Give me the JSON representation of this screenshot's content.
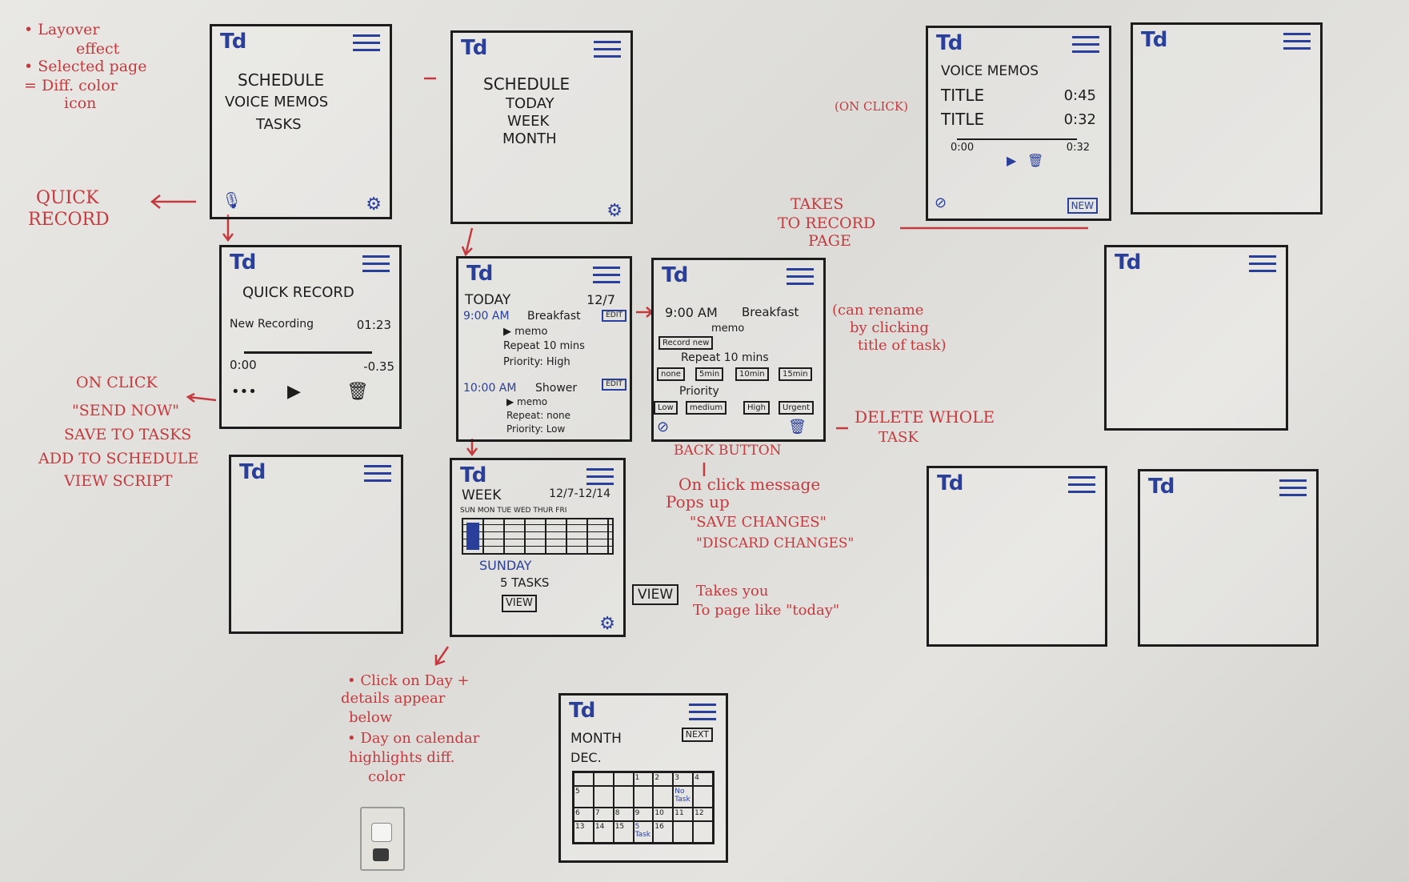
{
  "board": {
    "left_notes": [
      "• Layover",
      "effect",
      "• Selected page",
      "= Diff. color",
      "icon"
    ],
    "quick_record_note": [
      "QUICK",
      "RECORD"
    ],
    "on_click_notes": [
      "ON CLICK",
      "\"SEND NOW\"",
      "SAVE TO TASKS",
      "ADD TO SCHEDULE",
      "VIEW SCRIPT"
    ],
    "voice_on_click": "(ON CLICK)",
    "takes_to_record": [
      "TAKES",
      "TO RECORD",
      "PAGE"
    ],
    "rename_note": [
      "(can rename",
      "by clicking",
      "title of task)"
    ],
    "delete_note": [
      "DELETE WHOLE",
      "TASK"
    ],
    "back_button_note": "BACK BUTTON",
    "message_notes": [
      "On click message",
      "Pops up",
      "\"SAVE CHANGES\"",
      "\"DISCARD CHANGES\""
    ],
    "view_note": [
      "Takes you",
      "To page like \"today\""
    ],
    "view_button": "VIEW",
    "day_notes": [
      "• Click on Day +",
      "details appear",
      "below",
      "• Day on calendar",
      "highlights diff.",
      "color"
    ]
  },
  "screens": {
    "home": {
      "logo": "Td",
      "items": [
        "SCHEDULE",
        "VOICE MEMOS",
        "TASKS"
      ]
    },
    "schedule": {
      "logo": "Td",
      "title": "SCHEDULE",
      "items": [
        "TODAY",
        "WEEK",
        "MONTH"
      ]
    },
    "voice": {
      "logo": "Td",
      "title": "VOICE MEMOS",
      "rows": [
        {
          "title": "TITLE",
          "time": "0:45"
        },
        {
          "title": "TITLE",
          "time": "0:32"
        }
      ],
      "start": "0:00",
      "end": "0:32",
      "new": "NEW"
    },
    "quick": {
      "logo": "Td",
      "title": "QUICK RECORD",
      "name": "New Recording",
      "time": "01:23",
      "start": "0:00",
      "end": "-0.35",
      "more": "•••"
    },
    "today": {
      "logo": "Td",
      "title": "TODAY",
      "date": "12/7",
      "edit": "EDIT",
      "tasks": [
        {
          "time": "9:00 AM",
          "name": "Breakfast",
          "memo": "▶ memo",
          "repeat": "Repeat 10 mins",
          "priority": "Priority: High"
        },
        {
          "time": "10:00 AM",
          "name": "Shower",
          "memo": "▶ memo",
          "repeat": "Repeat: none",
          "priority": "Priority: Low"
        }
      ]
    },
    "detail": {
      "logo": "Td",
      "time": "9:00 AM",
      "name": "Breakfast",
      "memo": "memo",
      "record": "Record new",
      "repeat": "Repeat  10 mins",
      "repeat_opts": [
        "none",
        "5min",
        "10min",
        "15min"
      ],
      "priority": "Priority",
      "priority_opts": [
        "Low",
        "medium",
        "High",
        "Urgent"
      ]
    },
    "week": {
      "logo": "Td",
      "title": "WEEK",
      "range": "12/7-12/14",
      "days": "SUN MON TUE WED THUR FRI",
      "day": "SUNDAY",
      "count": "5 TASKS",
      "view": "VIEW"
    },
    "month": {
      "logo": "Td",
      "title": "MONTH",
      "next": "NEXT",
      "month": "DEC.",
      "cells": [
        "",
        "",
        "",
        "1",
        "2",
        "3",
        "4",
        "5",
        "",
        "",
        "",
        "",
        "No Task",
        "",
        "6",
        "7",
        "8",
        "9",
        "10",
        "11",
        "12",
        "13",
        "14",
        "15",
        "5 Task",
        "16",
        "",
        ""
      ]
    },
    "blank_logo": "Td"
  }
}
